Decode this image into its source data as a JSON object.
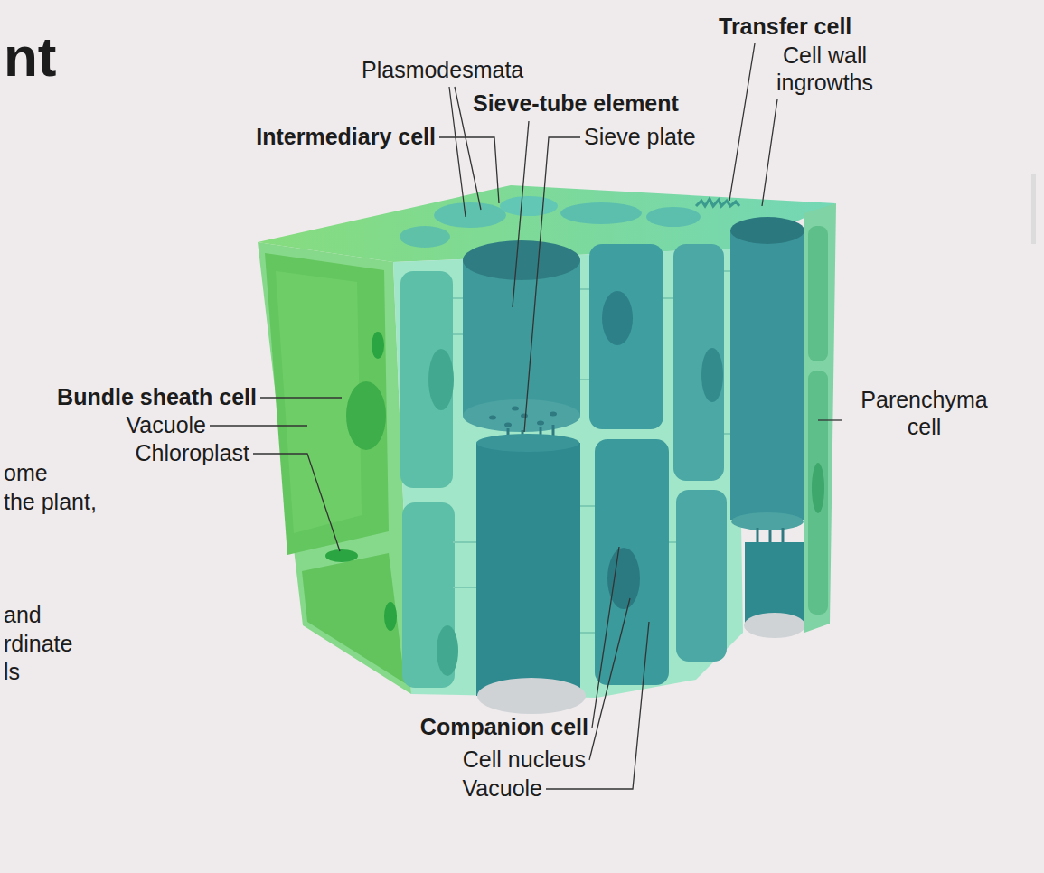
{
  "diagram": {
    "title": "nt",
    "labels": [
      "Plasmodesmata",
      "Sieve-tube element",
      "Intermediary cell",
      "Sieve plate",
      "Transfer cell",
      "Cell wall ingrowths",
      "Bundle sheath cell",
      "Vacuole",
      "Chloroplast",
      "Parenchyma cell",
      "Companion cell",
      "Cell nucleus",
      "Vacuole",
      "ome",
      "the plant,",
      "and",
      "rdinate",
      "ls"
    ]
  }
}
